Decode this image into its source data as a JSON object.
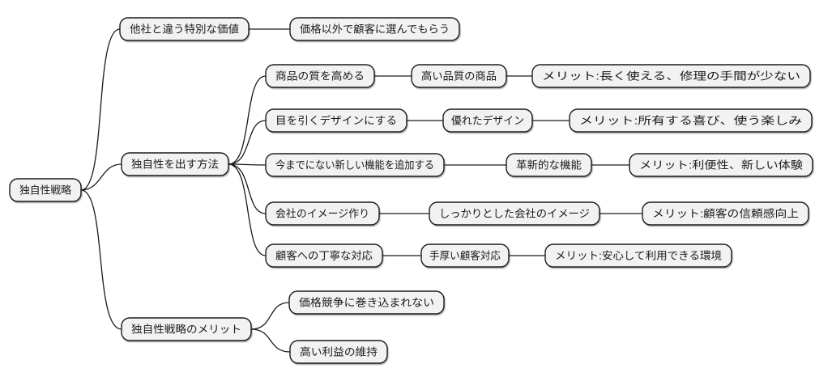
{
  "diagram": {
    "type": "mindmap",
    "root": "独自性戦略",
    "branches": [
      {
        "label": "他社と違う特別な価値",
        "children": [
          {
            "label": "価格以外で顧客に選んでもらう"
          }
        ]
      },
      {
        "label": "独自性を出す方法",
        "rows": [
          {
            "method": "商品の質を高める",
            "feature": "高い品質の商品",
            "merit": "メリット:長く使える、修理の手間が少ない"
          },
          {
            "method": "目を引くデザインにする",
            "feature": "優れたデザイン",
            "merit": "メリット:所有する喜び、使う楽しみ"
          },
          {
            "method": "今までにない新しい機能を追加する",
            "feature": "革新的な機能",
            "merit": "メリット:利便性、新しい体験"
          },
          {
            "method": "会社のイメージ作り",
            "feature": "しっかりとした会社のイメージ",
            "merit": "メリット:顧客の信頼感向上"
          },
          {
            "method": "顧客への丁寧な対応",
            "feature": "手厚い顧客対応",
            "merit": "メリット:安心して利用できる環境"
          }
        ]
      },
      {
        "label": "独自性戦略のメリット",
        "children": [
          {
            "label": "価格競争に巻き込まれない"
          },
          {
            "label": "高い利益の維持"
          }
        ]
      }
    ],
    "colors": {
      "node_fill": "#f2f2f2",
      "node_border": "#1a1a1a",
      "line": "#1a1a1a",
      "text": "#1a1a1a",
      "background": "#ffffff"
    }
  }
}
